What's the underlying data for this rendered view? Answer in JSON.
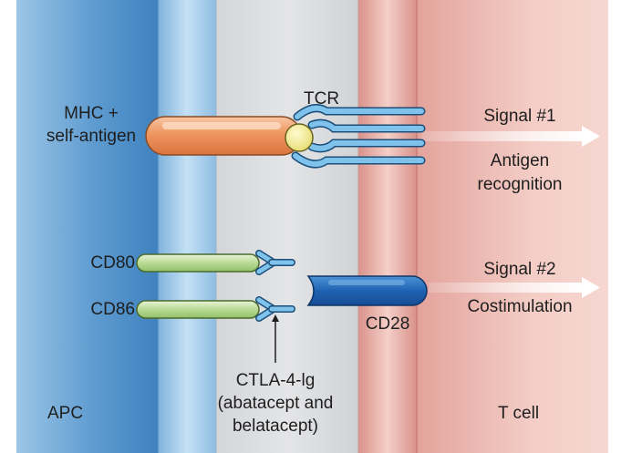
{
  "labels": {
    "mhc_line1": "MHC +",
    "mhc_line2": "self-antigen",
    "tcr": "TCR",
    "signal1": "Signal #1",
    "antigen_line1": "Antigen",
    "antigen_line2": "recognition",
    "cd80": "CD80",
    "cd86": "CD86",
    "signal2": "Signal #2",
    "costimulation": "Costimulation",
    "cd28": "CD28",
    "ctla_line1": "CTLA-4-lg",
    "ctla_line2": "(abatacept and",
    "ctla_line3": "belatacept)",
    "apc": "APC",
    "tcell": "T cell"
  }
}
